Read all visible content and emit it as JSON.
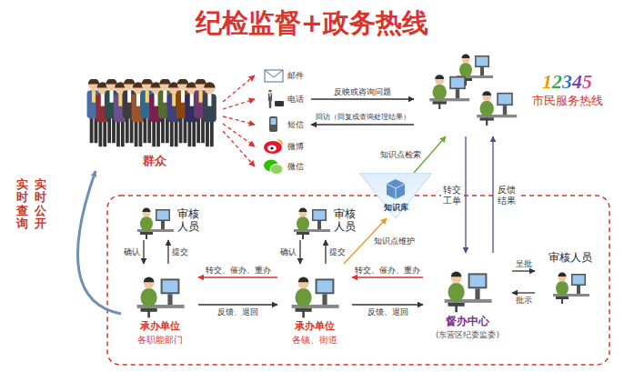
{
  "diagram": {
    "title": "纪检监督+政务热线",
    "nodes": [
      {
        "text": [
          "群众"
        ]
      },
      {
        "text": [
          "邮件"
        ]
      },
      {
        "text": [
          "电话"
        ]
      },
      {
        "text": [
          "短信"
        ]
      },
      {
        "text": [
          "微博"
        ]
      },
      {
        "text": [
          "微信"
        ]
      },
      {
        "text": [
          "12345",
          "市民服务热线"
        ]
      },
      {
        "text": [
          "知识库"
        ]
      },
      {
        "text": [
          "审核人员"
        ]
      },
      {
        "text": [
          "承办单位",
          "各职能部门"
        ]
      },
      {
        "text": [
          "审核人员"
        ]
      },
      {
        "text": [
          "承办单位",
          "各镇、街道"
        ]
      },
      {
        "text": [
          "督办中心",
          "(东营区纪委监委)"
        ]
      },
      {
        "text": [
          "审核人员"
        ]
      }
    ],
    "edges": [
      {
        "from": 0,
        "to": 1,
        "arrow": "to"
      },
      {
        "from": 0,
        "to": 2,
        "arrow": "to"
      },
      {
        "from": 0,
        "to": 3,
        "arrow": "to"
      },
      {
        "from": 0,
        "to": 4,
        "arrow": "to"
      },
      {
        "from": 0,
        "to": 5,
        "arrow": "to"
      },
      {
        "from": 2,
        "to": 6,
        "label": "反映或咨询问题",
        "arrow": "to"
      },
      {
        "from": 6,
        "to": 3,
        "label": "回访（回复或查询处理结果）",
        "arrow": "to"
      },
      {
        "from": 7,
        "to": 6,
        "label": "知识点检索",
        "arrow": "to"
      },
      {
        "from": 11,
        "to": 7,
        "label": "知识点维护",
        "arrow": "to"
      },
      {
        "from": 6,
        "to": 12,
        "label": "转交工单",
        "arrow": "to"
      },
      {
        "from": 12,
        "to": 6,
        "label": "反馈结果",
        "arrow": "to"
      },
      {
        "from": 12,
        "to": 11,
        "label": "转交、催办、重办",
        "arrow": "to"
      },
      {
        "from": 11,
        "to": 12,
        "label": "反馈、退回",
        "arrow": "to"
      },
      {
        "from": 11,
        "to": 9,
        "label": "转交、催办、重办",
        "arrow": "to"
      },
      {
        "from": 9,
        "to": 11,
        "label": "反馈、退回",
        "arrow": "to"
      },
      {
        "from": 8,
        "to": 9,
        "label": "确认",
        "arrow": "to"
      },
      {
        "from": 9,
        "to": 8,
        "label": "提交",
        "arrow": "to"
      },
      {
        "from": 10,
        "to": 11,
        "label": "确认",
        "arrow": "to"
      },
      {
        "from": 11,
        "to": 10,
        "label": "提交",
        "arrow": "to"
      },
      {
        "from": 12,
        "to": 13,
        "label": "呈批",
        "arrow": "to"
      },
      {
        "from": 13,
        "to": 12,
        "label": "批示",
        "arrow": "to"
      },
      {
        "from": 9,
        "to": 0,
        "arrow": "to"
      }
    ],
    "labels": [
      "实时查询",
      "实时公开"
    ]
  }
}
